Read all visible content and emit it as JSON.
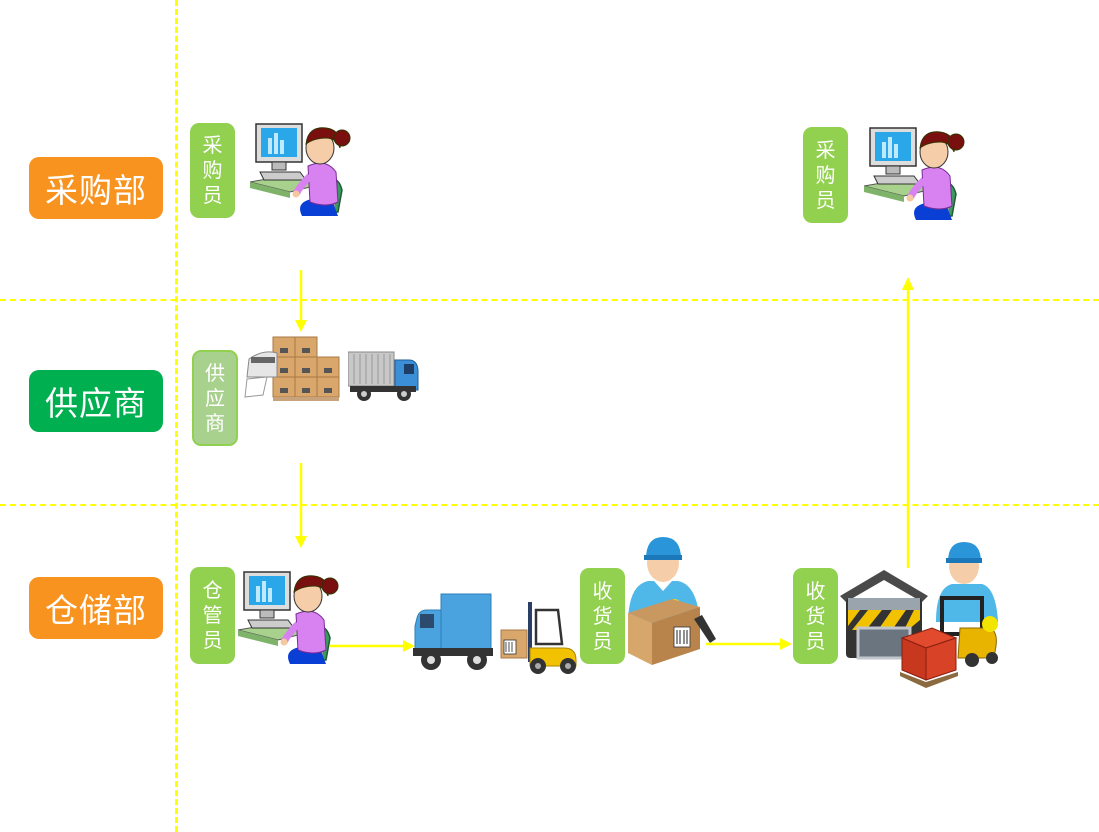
{
  "lanes": [
    {
      "id": "purchasing",
      "label": "采购部",
      "color": "#f7931e"
    },
    {
      "id": "supplier",
      "label": "供应商",
      "color": "#00b050"
    },
    {
      "id": "warehouse",
      "label": "仓储部",
      "color": "#f7931e"
    }
  ],
  "roles": {
    "buyer_1": [
      "采",
      "购",
      "员"
    ],
    "supplier": [
      "供",
      "应",
      "商"
    ],
    "warehouse_keeper": [
      "仓",
      "管",
      "员"
    ],
    "receiver_1": [
      "收",
      "货",
      "员"
    ],
    "receiver_2": [
      "收",
      "货",
      "员"
    ],
    "buyer_2": [
      "采",
      "购",
      "员"
    ]
  },
  "icons": {
    "buyer_1": "office-worker-computer",
    "supplier_goods": "printer-boxes-pallet",
    "supplier_truck": "container-truck",
    "warehouse_keeper": "office-worker-computer",
    "delivery_truck": "delivery-truck",
    "forklift": "forklift-with-box",
    "receiver_1": "worker-with-parcel-scanner",
    "warehouse": "warehouse-building",
    "receiver_2": "worker-with-forklift-pallet",
    "buyer_2": "office-worker-computer"
  },
  "colors": {
    "lane_line": "#ffff00",
    "arrow": "#ffff00",
    "role_badge": "#92d050"
  }
}
